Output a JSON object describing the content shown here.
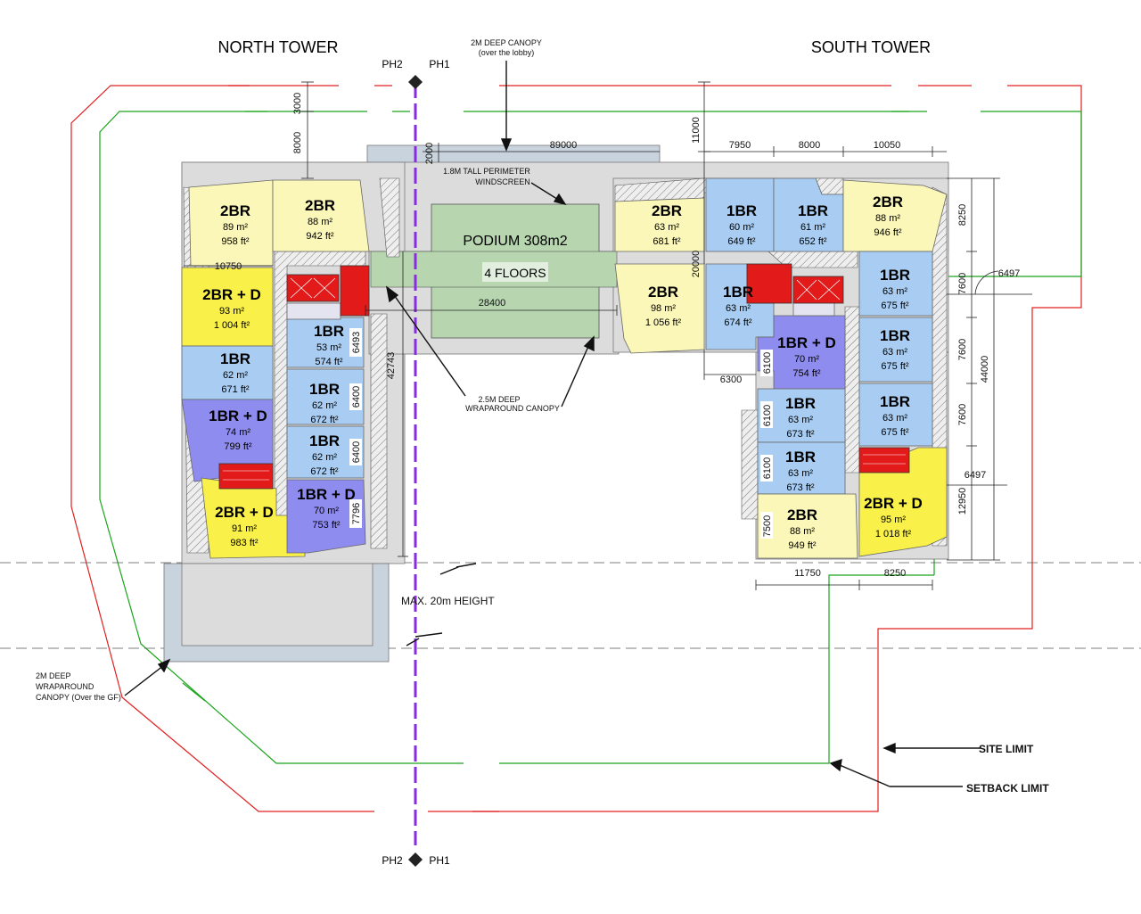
{
  "towers": {
    "north": "NORTH TOWER",
    "south": "SOUTH TOWER"
  },
  "phase_marks": {
    "left": "PH2",
    "right": "PH1"
  },
  "notes": {
    "canopy_lobby_1": "2M DEEP CANOPY",
    "canopy_lobby_2": "(over the lobby)",
    "windscreen_1": "1.8M TALL PERIMETER",
    "windscreen_2": "WINDSCREEN",
    "wrap_canopy_1": "2.5M DEEP",
    "wrap_canopy_2": "WRAPAROUND CANOPY",
    "gf_canopy_1": "2M DEEP",
    "gf_canopy_2": "WRAPAROUND",
    "gf_canopy_3": "CANOPY (Over the GF)",
    "max_height": "MAX. 20m HEIGHT",
    "site_limit": "SITE LIMIT",
    "setback_limit": "SETBACK LIMIT"
  },
  "podium": {
    "title": "PODIUM 308m2",
    "floors": "4 FLOORS"
  },
  "dimensions": {
    "d3000": "3000",
    "d8000_left": "8000",
    "d89000": "89000",
    "d2000": "2000",
    "d11000": "11000",
    "d7950": "7950",
    "d8000_top": "8000",
    "d10050": "10050",
    "d10750": "10750",
    "d28400": "28400",
    "d20000": "20000",
    "d6493": "6493",
    "d42743": "42743",
    "d6400_a": "6400",
    "d6400_b": "6400",
    "d7796": "7796",
    "d6300": "6300",
    "d6100_a": "6100",
    "d6100_b": "6100",
    "d6100_c": "6100",
    "d7500": "7500",
    "d11750": "11750",
    "d8250_bottom": "8250",
    "d8250_right": "8250",
    "d7600_a": "7600",
    "d7600_b": "7600",
    "d7600_c": "7600",
    "d44000": "44000",
    "d12950": "12950",
    "d6497_top": "6497",
    "d6497_bottom": "6497"
  },
  "units": [
    {
      "type": "2BR",
      "m2": "89 m²",
      "ft2": "958 ft²"
    },
    {
      "type": "2BR",
      "m2": "88 m²",
      "ft2": "942 ft²"
    },
    {
      "type": "2BR + D",
      "m2": "93 m²",
      "ft2": "1 004 ft²"
    },
    {
      "type": "1BR",
      "m2": "62 m²",
      "ft2": "671 ft²"
    },
    {
      "type": "1BR + D",
      "m2": "74 m²",
      "ft2": "799 ft²"
    },
    {
      "type": "2BR + D",
      "m2": "91 m²",
      "ft2": "983 ft²"
    },
    {
      "type": "1BR",
      "m2": "53 m²",
      "ft2": "574 ft²"
    },
    {
      "type": "1BR",
      "m2": "62 m²",
      "ft2": "672 ft²"
    },
    {
      "type": "1BR",
      "m2": "62 m²",
      "ft2": "672 ft²"
    },
    {
      "type": "1BR + D",
      "m2": "70 m²",
      "ft2": "753 ft²"
    },
    {
      "type": "2BR",
      "m2": "63 m²",
      "ft2": "681 ft²"
    },
    {
      "type": "1BR",
      "m2": "60 m²",
      "ft2": "649 ft²"
    },
    {
      "type": "1BR",
      "m2": "61 m²",
      "ft2": "652 ft²"
    },
    {
      "type": "2BR",
      "m2": "88 m²",
      "ft2": "946 ft²"
    },
    {
      "type": "2BR",
      "m2": "98 m²",
      "ft2": "1 056 ft²"
    },
    {
      "type": "1BR",
      "m2": "63 m²",
      "ft2": "674 ft²"
    },
    {
      "type": "1BR",
      "m2": "63 m²",
      "ft2": "675 ft²"
    },
    {
      "type": "1BR",
      "m2": "63 m²",
      "ft2": "675 ft²"
    },
    {
      "type": "1BR + D",
      "m2": "70 m²",
      "ft2": "754 ft²"
    },
    {
      "type": "1BR",
      "m2": "63 m²",
      "ft2": "675 ft²"
    },
    {
      "type": "1BR",
      "m2": "63 m²",
      "ft2": "673 ft²"
    },
    {
      "type": "1BR",
      "m2": "63 m²",
      "ft2": "673 ft²"
    },
    {
      "type": "2BR",
      "m2": "88 m²",
      "ft2": "949 ft²"
    },
    {
      "type": "2BR + D",
      "m2": "95 m²",
      "ft2": "1 018 ft²"
    }
  ],
  "colors": {
    "two_br": "#fbf7b8",
    "two_br_d": "#f9f04a",
    "one_br": "#a9cdf2",
    "one_br_d": "#8f8cf0",
    "podium": "#b7d6b0",
    "core": "#e21a1a",
    "slab": "#dcdcdc",
    "site_limit": "#e02020",
    "setback_limit": "#1aa51a",
    "phase_line": "#8a2be2"
  }
}
